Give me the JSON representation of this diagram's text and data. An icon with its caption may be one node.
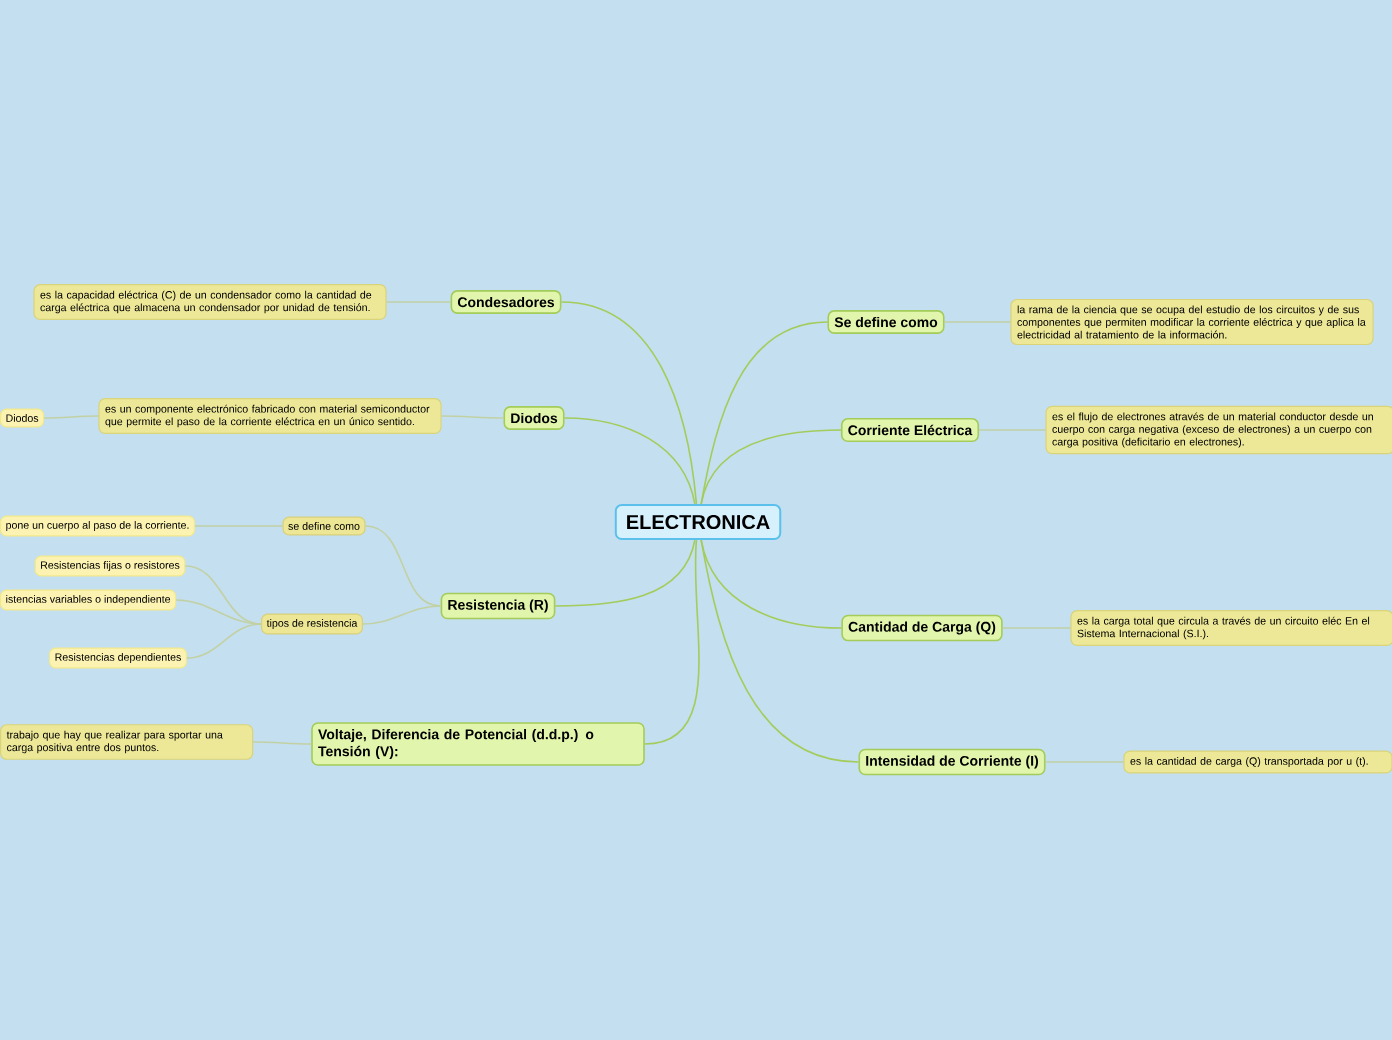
{
  "diagram": {
    "nodes": [
      {
        "text": [
          "ELECTRONICA"
        ]
      },
      {
        "text": [
          "Condesadores"
        ]
      },
      {
        "text": [
          "es la capacidad eléctrica (C) de un condensador como la cantidad de carga eléctrica que almacena un condensador por unidad de tensión."
        ]
      },
      {
        "text": [
          "Diodos"
        ]
      },
      {
        "text": [
          "es un componente electrónico fabricado con material semiconductor que permite el paso de la corriente eléctrica en un único sentido."
        ]
      },
      {
        "text": [
          "Diodos"
        ]
      },
      {
        "text": [
          "Resistencia (R)"
        ]
      },
      {
        "text": [
          "se define como"
        ]
      },
      {
        "text": [
          "pone un cuerpo al paso de la corriente."
        ]
      },
      {
        "text": [
          "tipos de resistencia"
        ]
      },
      {
        "text": [
          "Resistencias fijas o resistores"
        ]
      },
      {
        "text": [
          "istencias variables o independiente"
        ]
      },
      {
        "text": [
          "Resistencias dependientes"
        ]
      },
      {
        "text": [
          "Voltaje, Diferencia de Potencial (d.d.p.) o Tensión (V):"
        ]
      },
      {
        "text": [
          "trabajo que hay que realizar para sportar una carga positiva entre dos puntos."
        ]
      },
      {
        "text": [
          "Se define como"
        ]
      },
      {
        "text": [
          "la rama de la ciencia que se ocupa del estudio de los circuitos y de sus componentes que permiten modificar la corriente eléctrica y que aplica la electricidad al tratamiento de la información."
        ]
      },
      {
        "text": [
          "Corriente Eléctrica"
        ]
      },
      {
        "text": [
          "es el flujo de electrones através de un material conductor desde un cuerpo con carga negativa (exceso de electrones) a un cuerpo con carga positiva (deficitario en electrones)."
        ]
      },
      {
        "text": [
          "Cantidad de Carga (Q)"
        ]
      },
      {
        "text": [
          "es la carga total que circula a través de un circuito eléc En el Sistema Internacional (S.I.)."
        ]
      },
      {
        "text": [
          "Intensidad de Corriente (I)"
        ]
      },
      {
        "text": [
          "es la cantidad de carga (Q) transportada por u (t)."
        ]
      }
    ],
    "edges": [
      {
        "from": 0,
        "to": 1,
        "arrow": "none",
        "color": "#a3cc5a"
      },
      {
        "from": 1,
        "to": 2,
        "arrow": "none"
      },
      {
        "from": 0,
        "to": 3,
        "arrow": "none",
        "color": "#a3cc5a"
      },
      {
        "from": 3,
        "to": 4,
        "arrow": "none"
      },
      {
        "from": 4,
        "to": 5,
        "arrow": "none"
      },
      {
        "from": 0,
        "to": 6,
        "arrow": "none",
        "color": "#a3cc5a"
      },
      {
        "from": 6,
        "to": 7,
        "arrow": "none"
      },
      {
        "from": 7,
        "to": 8,
        "arrow": "none"
      },
      {
        "from": 6,
        "to": 9,
        "arrow": "none"
      },
      {
        "from": 9,
        "to": 10,
        "arrow": "none"
      },
      {
        "from": 9,
        "to": 11,
        "arrow": "none"
      },
      {
        "from": 9,
        "to": 12,
        "arrow": "none"
      },
      {
        "from": 0,
        "to": 13,
        "arrow": "none",
        "color": "#a3cc5a"
      },
      {
        "from": 13,
        "to": 14,
        "arrow": "none"
      },
      {
        "from": 0,
        "to": 15,
        "arrow": "none",
        "color": "#a3cc5a"
      },
      {
        "from": 15,
        "to": 16,
        "arrow": "none"
      },
      {
        "from": 0,
        "to": 17,
        "arrow": "none",
        "color": "#a3cc5a"
      },
      {
        "from": 17,
        "to": 18,
        "arrow": "none"
      },
      {
        "from": 0,
        "to": 19,
        "arrow": "none",
        "color": "#a3cc5a"
      },
      {
        "from": 19,
        "to": 20,
        "arrow": "none"
      },
      {
        "from": 0,
        "to": 21,
        "arrow": "none",
        "color": "#a3cc5a"
      },
      {
        "from": 21,
        "to": 22,
        "arrow": "none"
      }
    ]
  }
}
